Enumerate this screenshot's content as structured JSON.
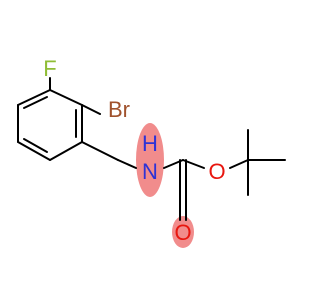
{
  "atoms": {
    "F": {
      "text": "F"
    },
    "Br": {
      "text": "Br"
    },
    "N": {
      "text": "N"
    },
    "H": {
      "text": "H"
    },
    "O1": {
      "text": "O"
    },
    "O2": {
      "text": "O"
    }
  },
  "colors": {
    "bond": "#000000",
    "fluorine": "#8fbd35",
    "bromine": "#a0522d",
    "nitrogen": "#2e33d6",
    "oxygen": "#e8160f",
    "highlight": "#f08080"
  }
}
